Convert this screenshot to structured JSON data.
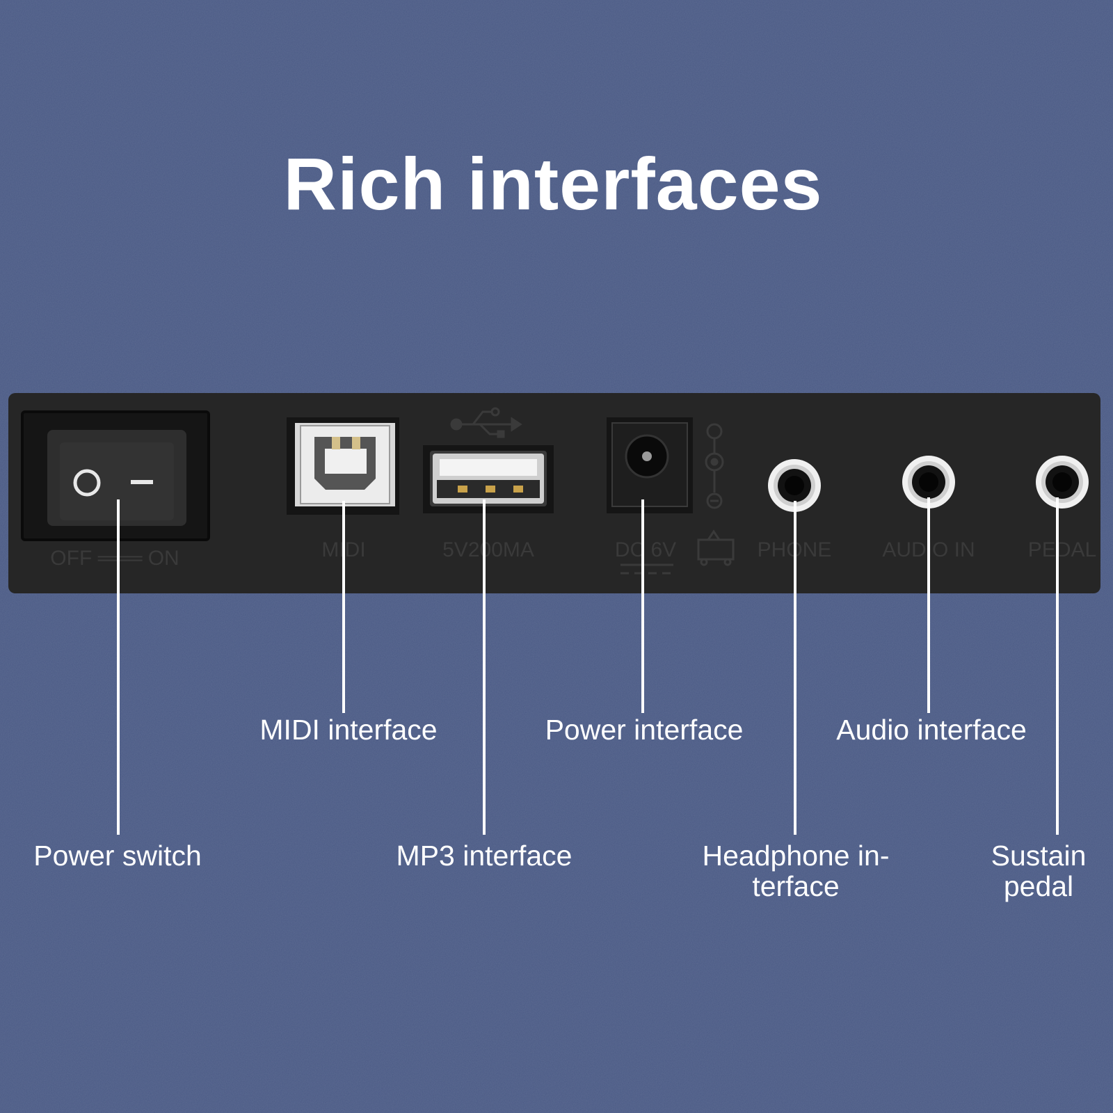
{
  "title": "Rich interfaces",
  "colors": {
    "background": "#4a5a85",
    "panel": "#262626",
    "text": "#ffffff",
    "panel_print": "#3a3a3a"
  },
  "panel_print": {
    "switch_marks": "OFF ═══ ON",
    "midi": "MIDI",
    "usb_rating": "5V200MA",
    "dc": "DC 6V",
    "phone": "PHONE",
    "audio_in": "AUDIO IN",
    "pedal": "PEDAL"
  },
  "icons": [
    "power-rocker-switch",
    "usb-b-port",
    "usb-a-port",
    "usb-icon",
    "dc-jack",
    "polarity-icon",
    "audio-jack"
  ],
  "callouts": {
    "power_switch": "Power switch",
    "midi": "MIDI interface",
    "mp3": "MP3 interface",
    "power": "Power interface",
    "headphone_1": "Headphone in-",
    "headphone_2": "terface",
    "audio": "Audio interface",
    "sustain_1": "Sustain",
    "sustain_2": "pedal"
  }
}
